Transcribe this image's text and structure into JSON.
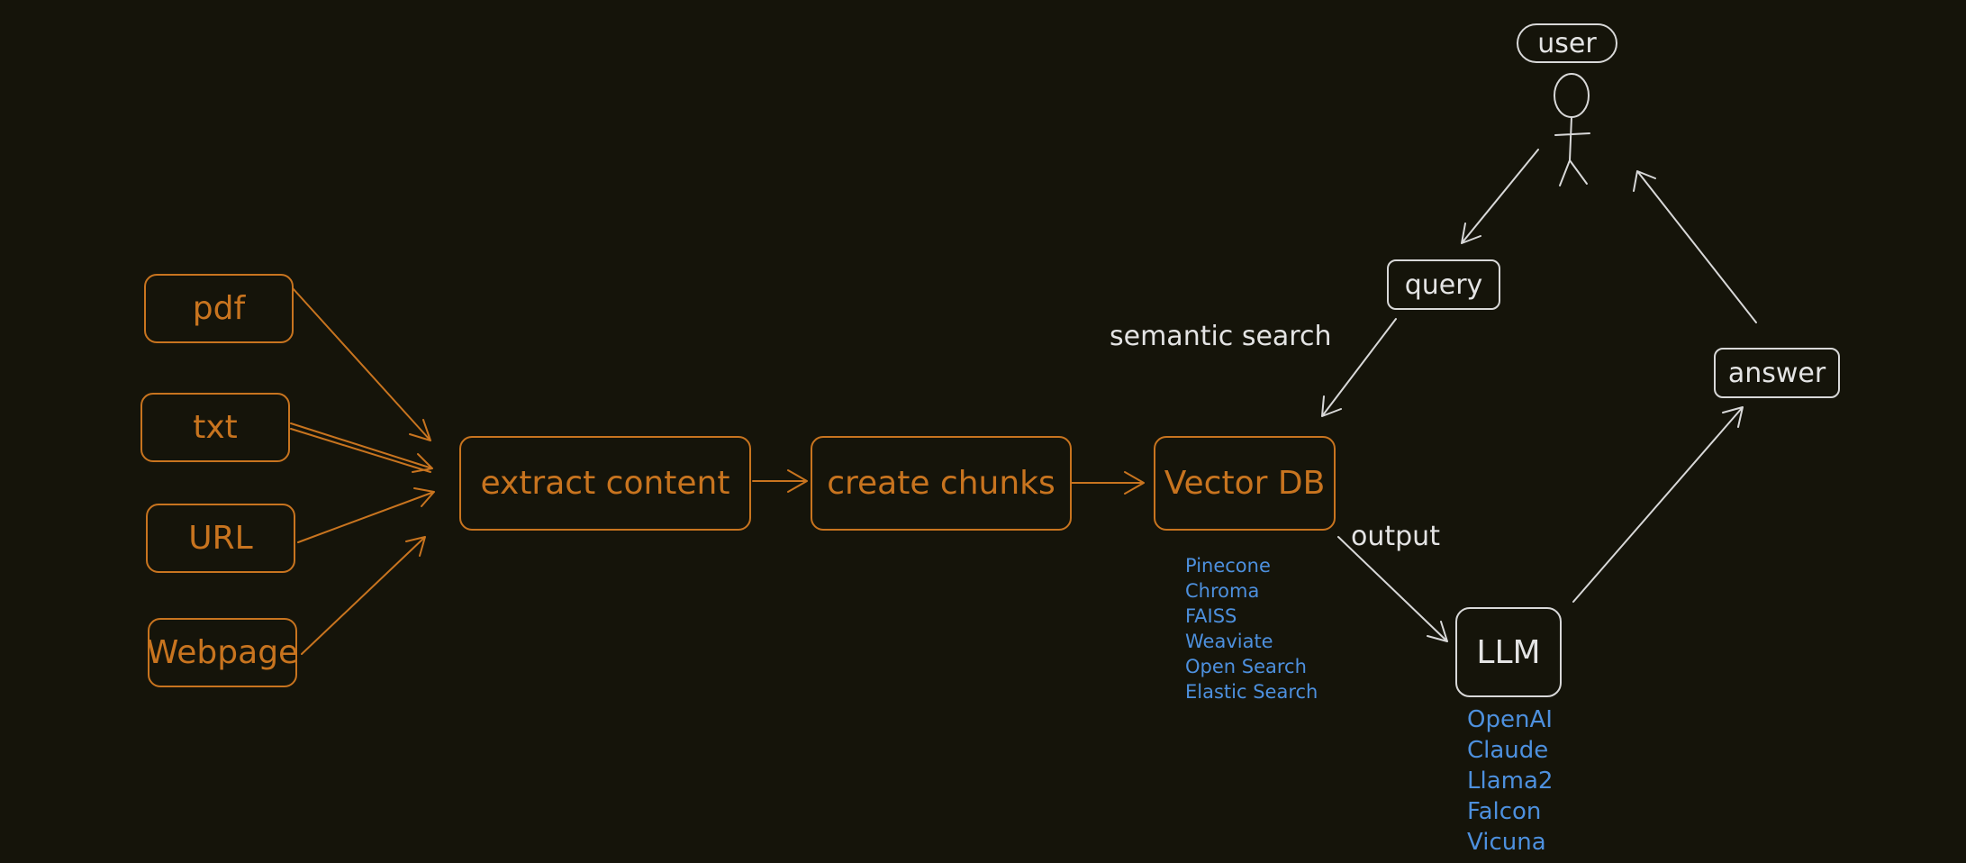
{
  "colors": {
    "background": "#15140a",
    "pipeline": "#c8741f",
    "user_flow": "#d8d8d8",
    "lists": "#4d90de"
  },
  "sources": [
    "pdf",
    "txt",
    "URL",
    "Webpage"
  ],
  "pipeline": {
    "extract": "extract content",
    "chunks": "create chunks",
    "vectordb": "Vector DB"
  },
  "user_flow": {
    "user": "user",
    "query": "query",
    "answer": "answer",
    "llm": "LLM",
    "semantic_search": "semantic search",
    "output": "output"
  },
  "vector_dbs": [
    "Pinecone",
    "Chroma",
    "FAISS",
    "Weaviate",
    "Open Search",
    "Elastic Search"
  ],
  "llms": [
    "OpenAI",
    "Claude",
    "Llama2",
    "Falcon",
    "Vicuna"
  ],
  "icons": {
    "user": "stick-figure-icon"
  }
}
